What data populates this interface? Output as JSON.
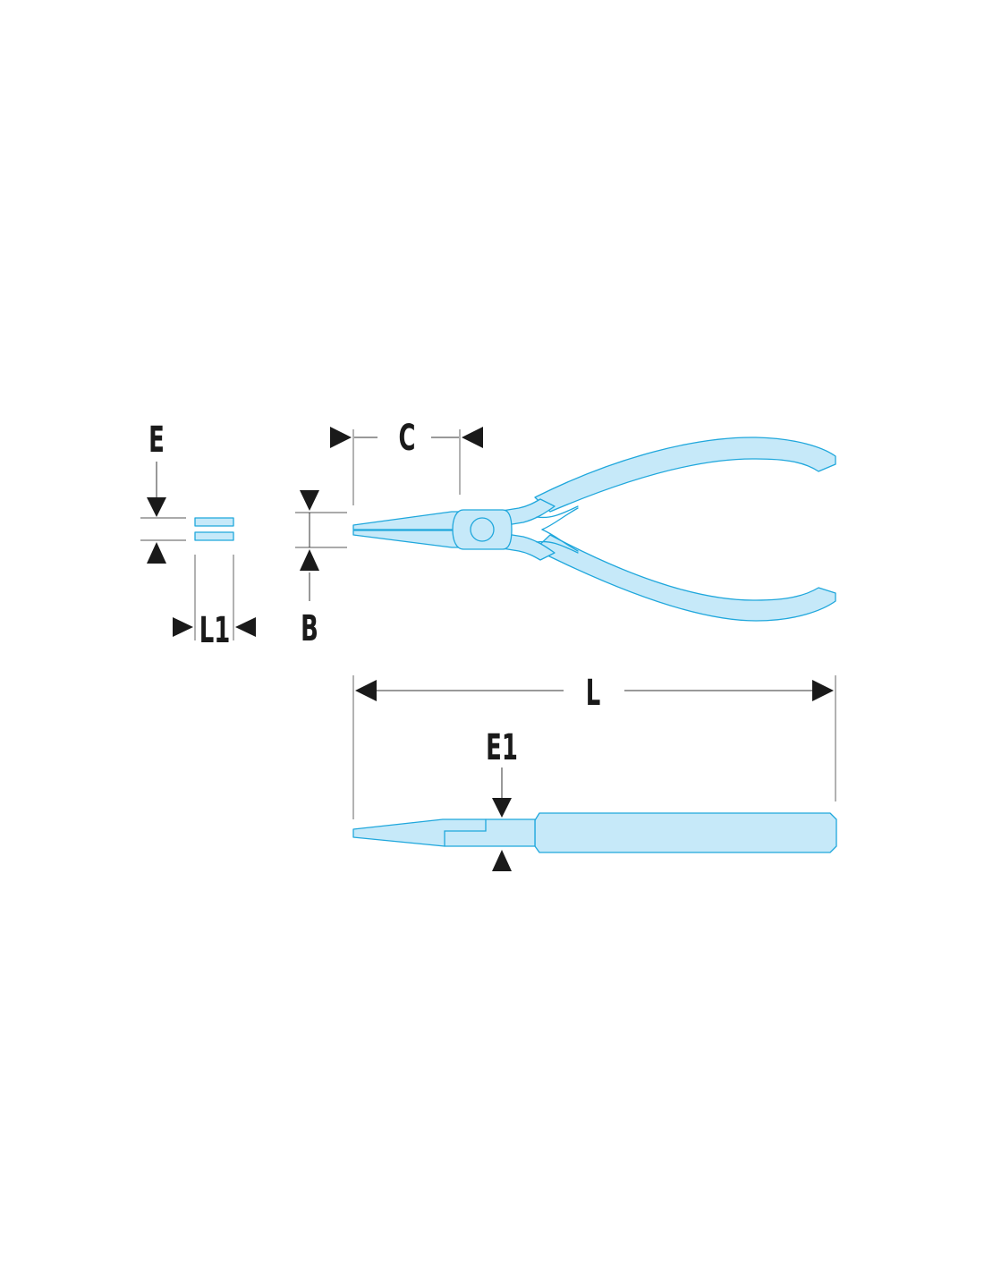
{
  "labels": {
    "e": "E",
    "c": "C",
    "l1": "L1",
    "b": "B",
    "l": "L",
    "e1": "E1"
  },
  "colors": {
    "fill": "#c6e9f9",
    "stroke": "#1fa7dc",
    "ink": "#1a1a1a"
  },
  "icons": {
    "top-view": "pliers-top-view-icon",
    "side-view": "pliers-side-view-icon",
    "jaw-section": "jaw-cross-section-icon"
  }
}
